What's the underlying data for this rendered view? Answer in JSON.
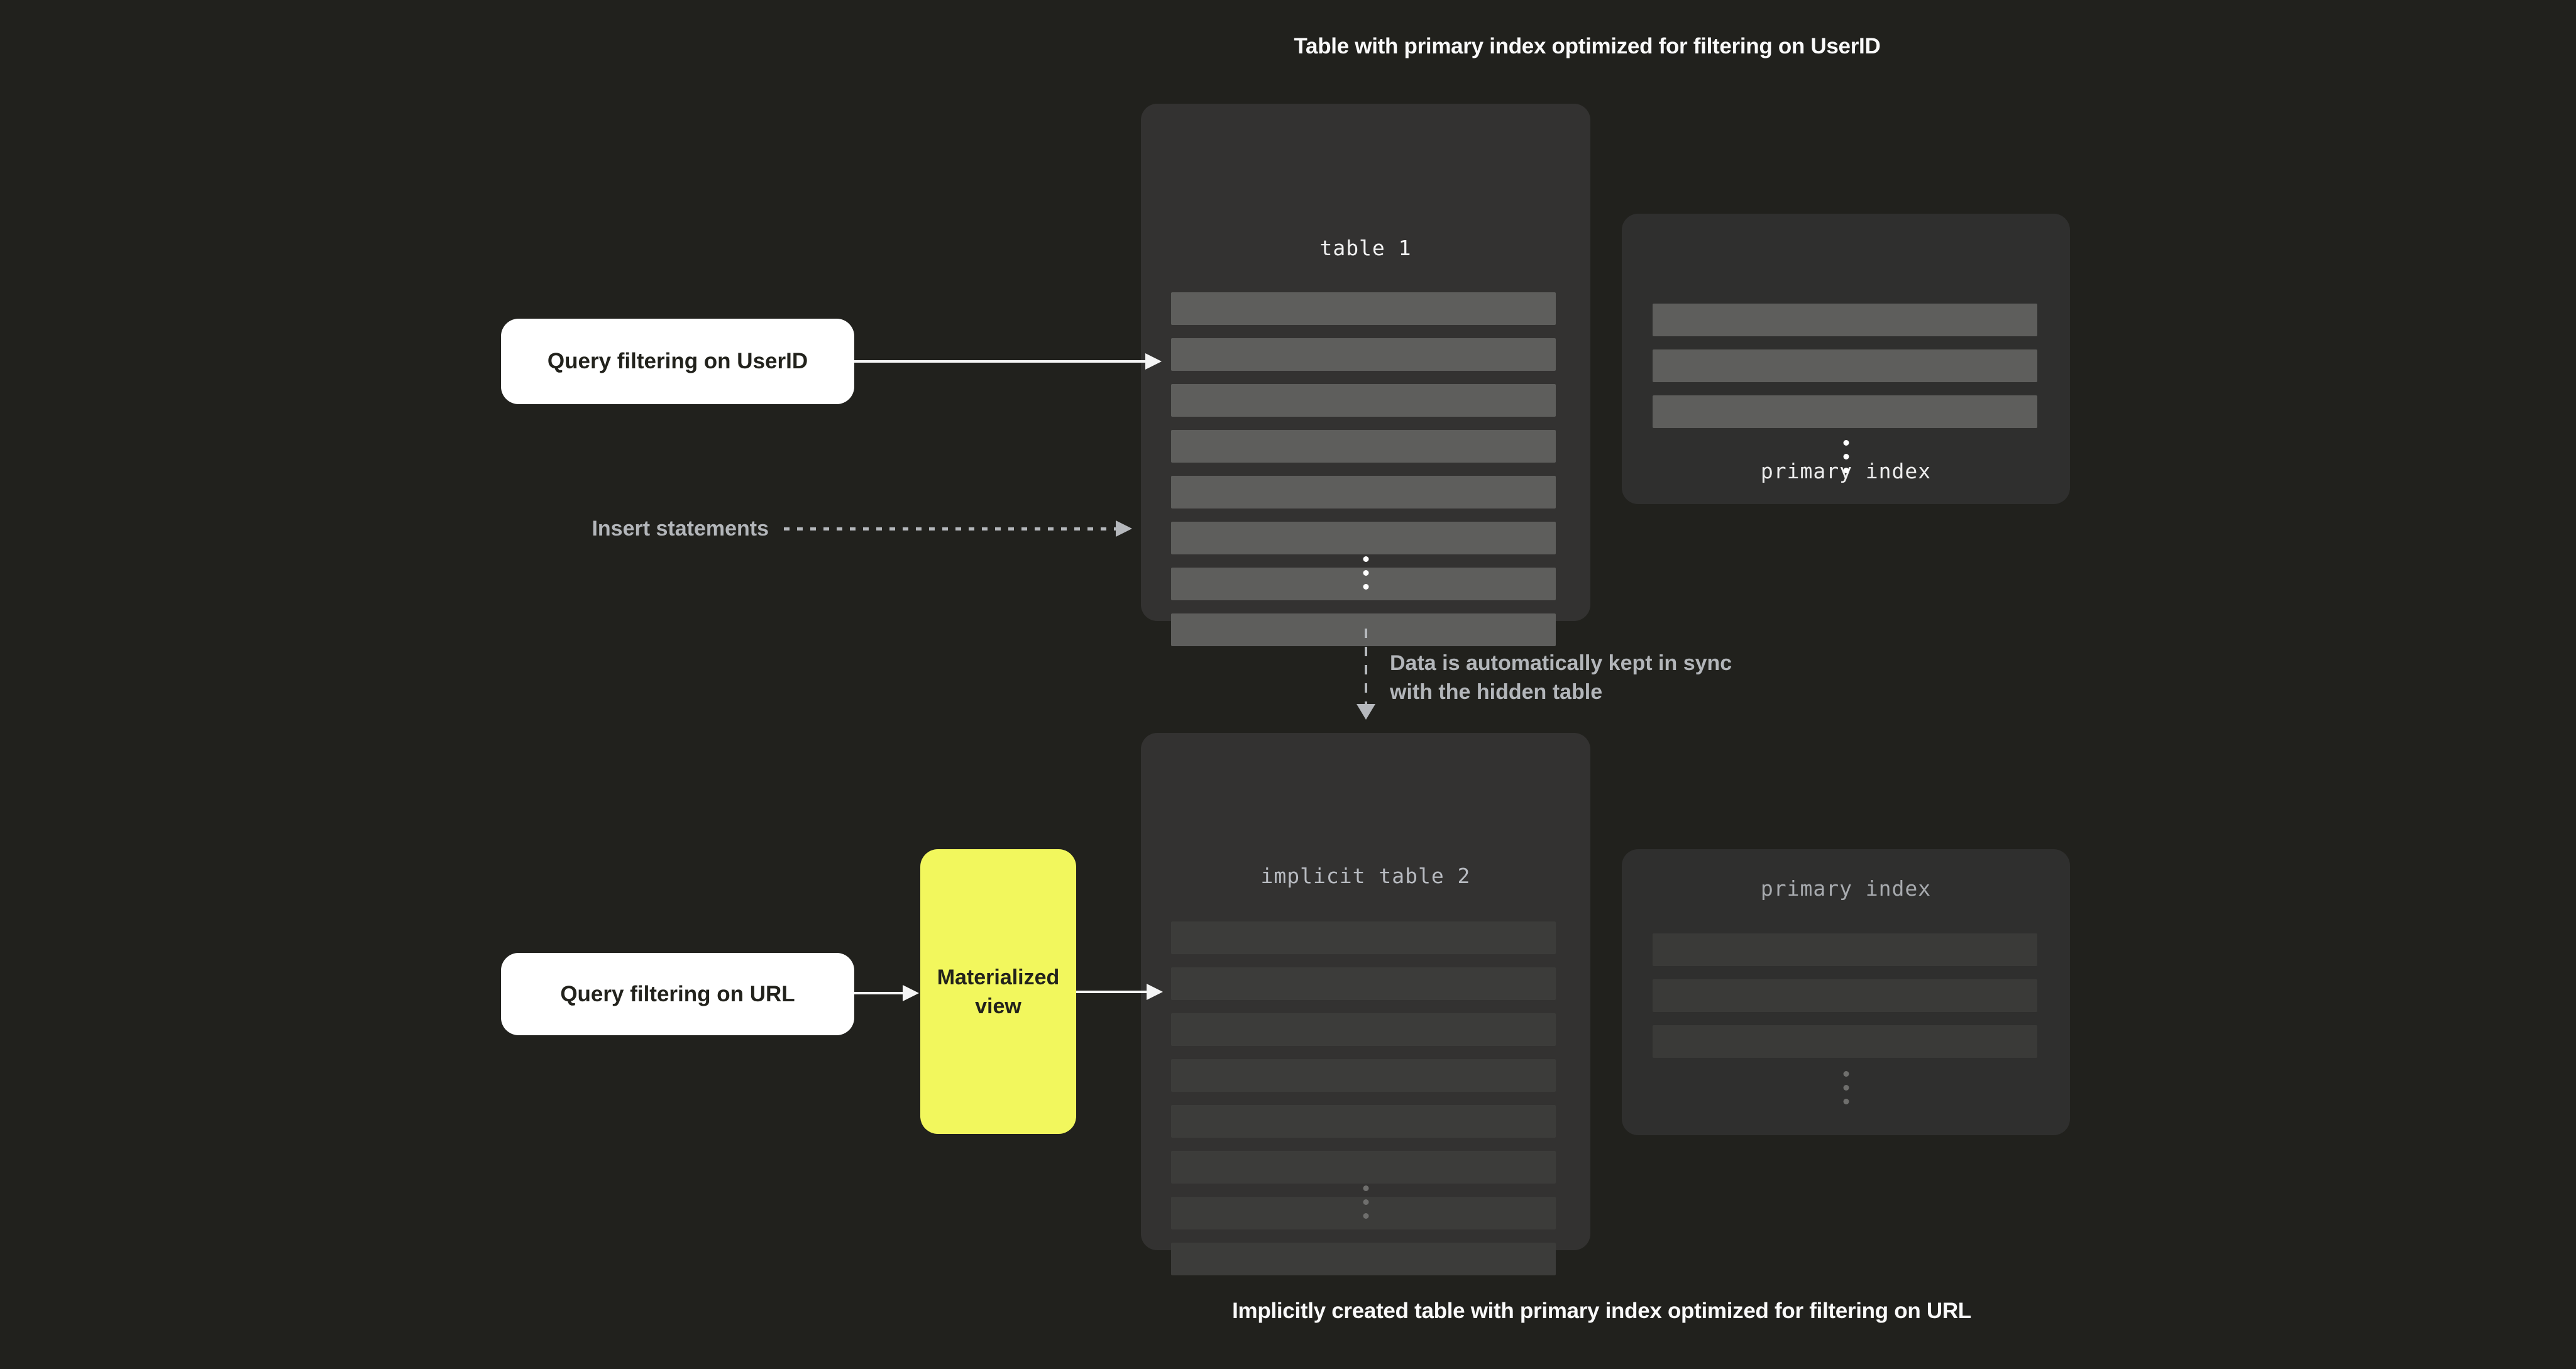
{
  "colors": {
    "page-bg": "#21211d",
    "panel-bg": "#333231",
    "panel-bg-dim": "#2f2f2e",
    "row-bright": "#5e5e5c",
    "row-dim": "#3c3c3a",
    "row-dim2": "#3a3a38",
    "accent-yellow": "#f2f75d",
    "node-white": "#ffffff",
    "text-white": "#fafafa",
    "text-gray": "#b3b6ba",
    "text-dark": "#22221c",
    "arrow-white": "#f5f5f5",
    "arrow-gray": "#b5b8bc",
    "ellipsis-bright": "#ffffff",
    "ellipsis-dim": "#6f6f6d",
    "title-mono-bright": "#f2f2f2",
    "title-mono-dim": "#b8bbc1"
  },
  "captions": {
    "top": "Table with primary index optimized for filtering on UserID",
    "bottom": "Implicitly created table with primary index optimized for filtering on URL"
  },
  "diagram": {
    "table1": {
      "title": "table 1",
      "rows": 8
    },
    "primary_index_top": {
      "title": "primary index",
      "rows": 3
    },
    "table2": {
      "title": "implicit table 2",
      "rows": 8
    },
    "primary_index_bottom": {
      "title": "primary index",
      "rows": 3
    },
    "query_userid": {
      "label": "Query filtering on UserID"
    },
    "query_url": {
      "label": "Query filtering on URL"
    },
    "materialized_view": {
      "label": "Materialized view"
    },
    "insert_statements": {
      "label": "Insert statements"
    },
    "sync_note": {
      "line1": "Data is automatically kept in sync",
      "line2": "with the hidden table"
    }
  }
}
